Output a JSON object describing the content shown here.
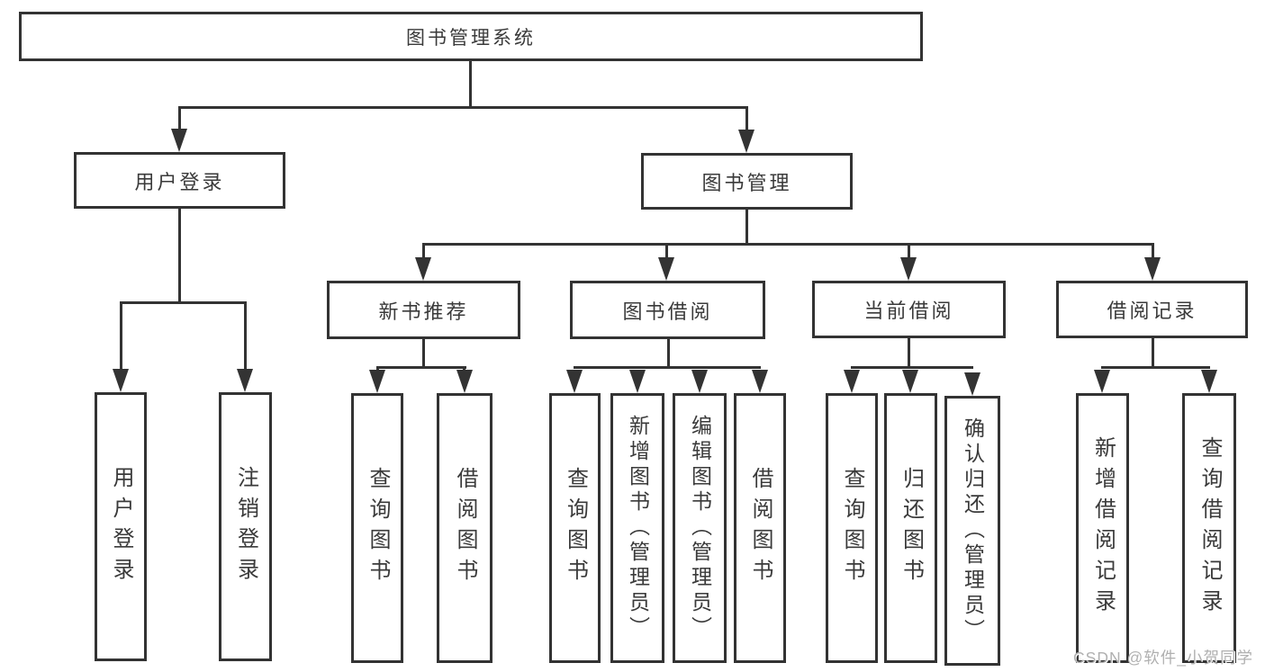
{
  "diagram": {
    "root": {
      "label": "图书管理系统"
    },
    "level2": {
      "user_login": {
        "label": "用户登录"
      },
      "book_management": {
        "label": "图书管理"
      }
    },
    "level3": {
      "new_book_recommend": {
        "label": "新书推荐"
      },
      "book_borrowing": {
        "label": "图书借阅"
      },
      "current_borrowing": {
        "label": "当前借阅"
      },
      "borrowing_records": {
        "label": "借阅记录"
      }
    },
    "leaves": {
      "user_login_leaf": {
        "label": "用户登录"
      },
      "logout_leaf": {
        "label": "注销登录"
      },
      "recommend_query_book": {
        "label": "查询图书"
      },
      "recommend_borrow_book": {
        "label": "借阅图书"
      },
      "borrowing_query_book": {
        "label": "查询图书"
      },
      "borrowing_add_book": {
        "label": "新增图书（管理员）"
      },
      "borrowing_edit_book": {
        "label": "编辑图书（管理员）"
      },
      "borrowing_borrow_book": {
        "label": "借阅图书"
      },
      "current_query_book": {
        "label": "查询图书"
      },
      "current_return_book": {
        "label": "归还图书"
      },
      "current_confirm_return": {
        "label": "确认归还（管理员）"
      },
      "records_add_record": {
        "label": "新增借阅记录"
      },
      "records_query_record": {
        "label": "查询借阅记录"
      }
    },
    "structure": {
      "图书管理系统": {
        "用户登录": [
          "用户登录",
          "注销登录"
        ],
        "图书管理": {
          "新书推荐": [
            "查询图书",
            "借阅图书"
          ],
          "图书借阅": [
            "查询图书",
            "新增图书（管理员）",
            "编辑图书（管理员）",
            "借阅图书"
          ],
          "当前借阅": [
            "查询图书",
            "归还图书",
            "确认归还（管理员）"
          ],
          "借阅记录": [
            "新增借阅记录",
            "查询借阅记录"
          ]
        }
      }
    },
    "watermark": "CSDN @软件_小贺同学",
    "colors": {
      "line": "#333333",
      "text": "#3a3a3a",
      "background": "#ffffff",
      "watermark": "#b0b0b0"
    }
  }
}
